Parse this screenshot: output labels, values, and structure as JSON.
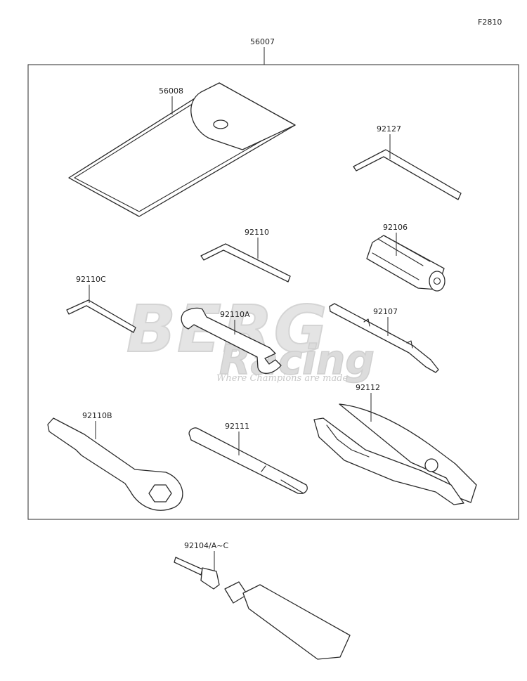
{
  "diagram_code": "F2810",
  "assembly_label": "56007",
  "watermark": {
    "brand": "BERG",
    "subbrand": "Racing",
    "tagline": "Where Champions are made"
  },
  "parts": [
    {
      "id": "tool-case",
      "label": "56008"
    },
    {
      "id": "hex-key-large",
      "label": "92127"
    },
    {
      "id": "hex-key-mid",
      "label": "92110"
    },
    {
      "id": "socket-bit",
      "label": "92106"
    },
    {
      "id": "hex-key-small",
      "label": "92110C"
    },
    {
      "id": "open-end-wrench",
      "label": "92110A"
    },
    {
      "id": "screwdriver",
      "label": "92107"
    },
    {
      "id": "pliers",
      "label": "92112"
    },
    {
      "id": "ring-wrench",
      "label": "92110B"
    },
    {
      "id": "extension-bar",
      "label": "92111"
    },
    {
      "id": "repair-kit",
      "label": "92104/A~C"
    }
  ]
}
